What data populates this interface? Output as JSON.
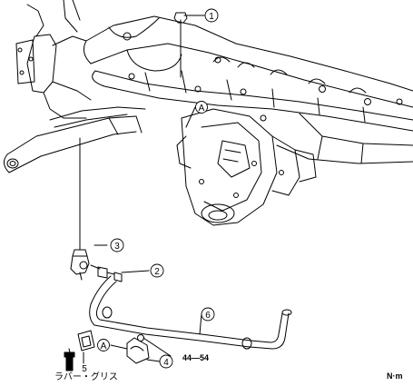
{
  "callouts": {
    "c1": "1",
    "c2": "2",
    "c3": "3",
    "c4": "4",
    "c5": "5",
    "c6": "6",
    "refA1": "A",
    "refA2": "A"
  },
  "torque_value": "44—54",
  "unit_label": "N·m",
  "grease_label": "ラバー・グリス",
  "icons": [
    "grease-tube-icon"
  ],
  "colors": {
    "line": "#000000",
    "background": "#ffffff"
  }
}
